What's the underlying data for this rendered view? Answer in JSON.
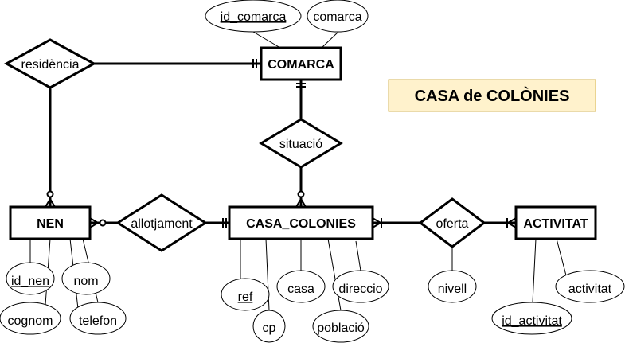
{
  "title": "CASA de COLÒNIES",
  "colors": {
    "title_fill": "#fff2cc",
    "title_border": "#d6b656",
    "stroke": "#000000"
  },
  "entities": {
    "comarca": "COMARCA",
    "nen": "NEN",
    "casa_colonies": "CASA_COLONIES",
    "activitat": "ACTIVITAT"
  },
  "relationships": {
    "residencia": "residència",
    "situacio": "situació",
    "allotjament": "allotjament",
    "oferta": "oferta"
  },
  "attributes": {
    "id_comarca": "id_comarca",
    "comarca": "comarca",
    "id_nen": "id_nen",
    "nom": "nom",
    "cognom": "cognom",
    "telefon": "telefon",
    "ref": "ref",
    "cp": "cp",
    "casa": "casa",
    "direccio": "direccio",
    "poblacio": "població",
    "nivell": "nivell",
    "id_activitat": "id_activitat",
    "activitat": "activitat"
  },
  "keys": [
    "id_comarca",
    "id_nen",
    "ref",
    "id_activitat"
  ]
}
